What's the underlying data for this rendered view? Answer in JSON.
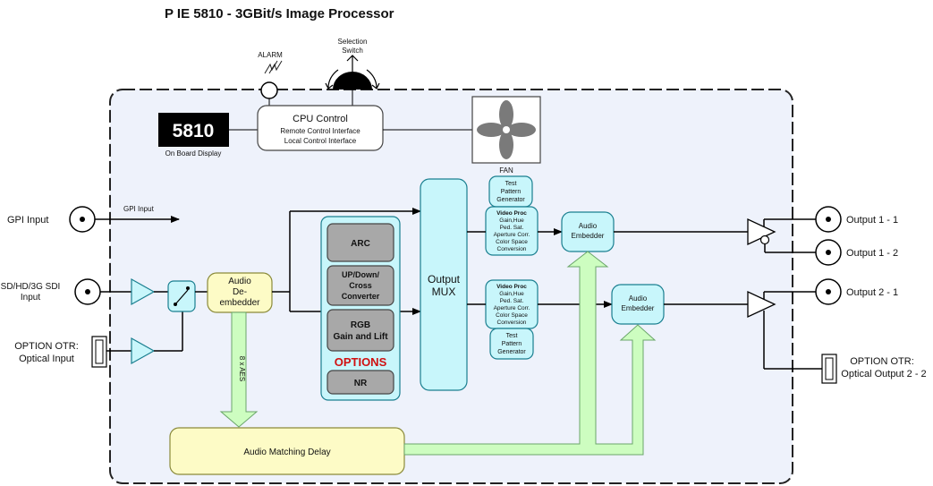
{
  "title": "P IE 5810 - 3GBit/s Image Processor",
  "alarm": {
    "label": "ALARM"
  },
  "selection_switch": {
    "line1": "Selection",
    "line2": "Switch"
  },
  "display": {
    "value": "5810",
    "caption": "On Board Display"
  },
  "cpu": {
    "title": "CPU Control",
    "line1": "Remote Control Interface",
    "line2": "Local Control Interface"
  },
  "fan": {
    "label": "FAN"
  },
  "inputs": {
    "gpi_label": "GPI Input",
    "gpi_signal": "GPI Input",
    "sdi_line1": "SD/HD/3G SDI",
    "sdi_line2": "Input",
    "otr_line1": "OPTION OTR:",
    "otr_line2": "Optical Input"
  },
  "deembedder": {
    "line1": "Audio",
    "line2": "De-",
    "line3": "embedder"
  },
  "aes_label": "8 x AES",
  "options": {
    "arc": "ARC",
    "updown_1": "UP/Down/",
    "updown_2": "Cross",
    "updown_3": "Converter",
    "rgb_1": "RGB",
    "rgb_2": "Gain and Lift",
    "title": "OPTIONS",
    "nr": "NR"
  },
  "mux": {
    "line1": "Output",
    "line2": "MUX"
  },
  "test_pattern": {
    "line1": "Test",
    "line2": "Pattern",
    "line3": "Generator"
  },
  "video_proc": {
    "title": "Video Proc",
    "line1": "Gain,Hue",
    "line2": "Ped. Sat.",
    "line3": "Aperture Corr.",
    "line4": "Color Space",
    "line5": "Conversion"
  },
  "embedder": {
    "line1": "Audio",
    "line2": "Embedder"
  },
  "delay": {
    "label": "Audio Matching Delay"
  },
  "outputs": {
    "out11": "Output 1 - 1",
    "out12": "Output 1 - 2",
    "out21": "Output 2 - 1",
    "otr_line1": "OPTION OTR:",
    "otr_line2": "Optical Output 2 - 2"
  },
  "colors": {
    "board": "#eef2fb",
    "cyan": "#c8f6fb",
    "yellow": "#fdfbc6",
    "green": "#cdfdc0",
    "red": "#d01010"
  }
}
